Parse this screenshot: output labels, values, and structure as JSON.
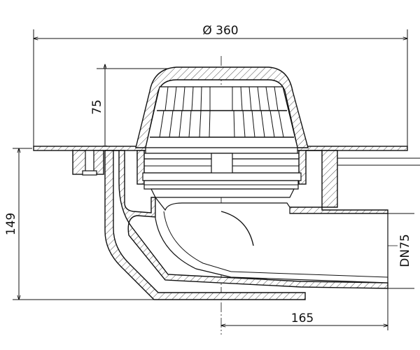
{
  "drawing": {
    "subject": "roof drain with leaf guard, cross-section",
    "dimensions": {
      "diameter": "Ø 360",
      "guard_height": "75",
      "total_height": "149",
      "outlet_length": "165",
      "outlet_size": "DN75"
    }
  }
}
